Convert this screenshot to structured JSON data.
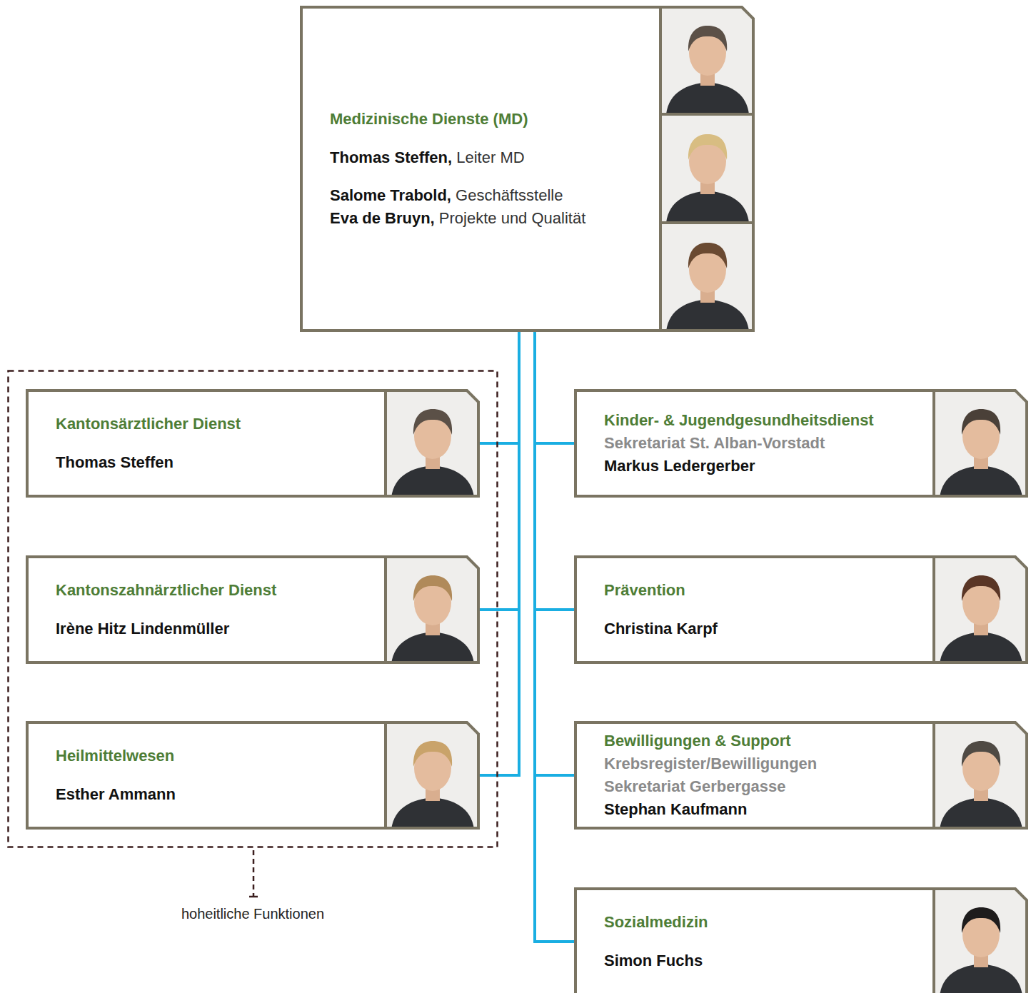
{
  "diagram": {
    "nodes": [
      {
        "text": [
          "Medizinische Dienste (MD)",
          "Thomas Steffen, Leiter MD",
          "Salome Trabold, Geschäftsstelle",
          "Eva de Bruyn, Projekte und Qualität"
        ]
      },
      {
        "text": [
          "hoheitliche Funktionen"
        ]
      },
      {
        "text": [
          "Kantonsärztlicher Dienst",
          "Thomas Steffen"
        ],
        "in": 1
      },
      {
        "text": [
          "Kantonszahnärztlicher Dienst",
          "Irène Hitz Lindenmüller"
        ],
        "in": 1
      },
      {
        "text": [
          "Heilmittelwesen",
          "Esther Ammann"
        ],
        "in": 1
      },
      {
        "text": [
          "Kinder- & Jugendgesundheitsdienst",
          "Sekretariat St. Alban-Vorstadt",
          "Markus Ledergerber"
        ]
      },
      {
        "text": [
          "Prävention",
          "Christina Karpf"
        ]
      },
      {
        "text": [
          "Bewilligungen & Support",
          "Krebsregister/Bewilligungen",
          "Sekretariat Gerbergasse",
          "Stephan Kaufmann"
        ]
      },
      {
        "text": [
          "Sozialmedizin",
          "Simon Fuchs"
        ]
      }
    ],
    "edges": [
      {
        "from": 0,
        "to": 2,
        "arrow": "none"
      },
      {
        "from": 0,
        "to": 3,
        "arrow": "none"
      },
      {
        "from": 0,
        "to": 4,
        "arrow": "none"
      },
      {
        "from": 0,
        "to": 5,
        "arrow": "none"
      },
      {
        "from": 0,
        "to": 6,
        "arrow": "none"
      },
      {
        "from": 0,
        "to": 7,
        "arrow": "none"
      },
      {
        "from": 0,
        "to": 8,
        "arrow": "none"
      }
    ]
  }
}
